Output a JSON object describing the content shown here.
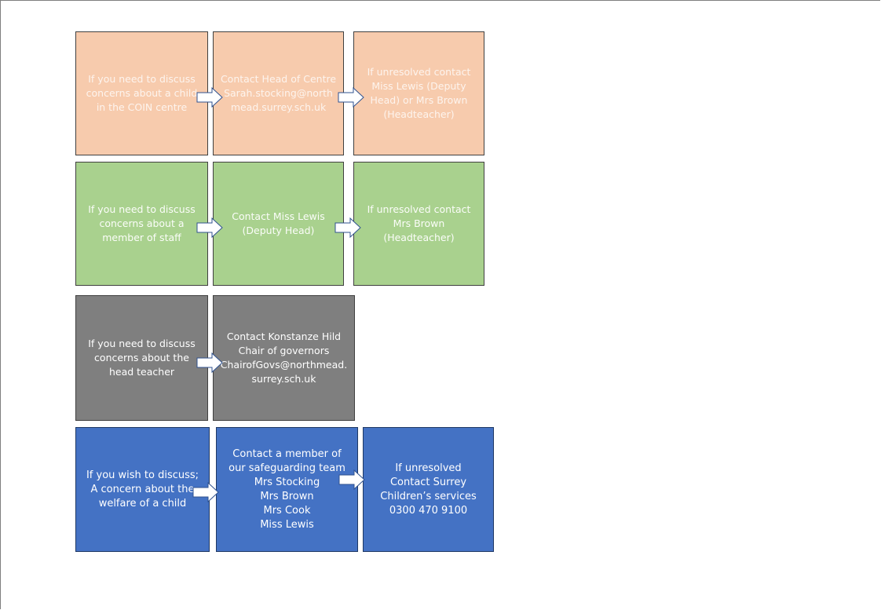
{
  "rows": [
    {
      "color": "#f7cbad",
      "boxes": [
        "If you need to discuss concerns about a child in the COIN centre",
        "Contact Head of Centre\nSarah.stocking@northmead.surrey.sch.uk",
        "If unresolved contact Miss Lewis (Deputy Head) or Mrs Brown (Headteacher)"
      ]
    },
    {
      "color": "#a9d18e",
      "boxes": [
        "If you need to discuss concerns about a member of staff",
        "Contact Miss Lewis\n(Deputy Head)",
        "If unresolved contact\nMrs Brown\n(Headteacher)"
      ]
    },
    {
      "color": "#7f7f7f",
      "boxes": [
        "If you need to discuss concerns about the head teacher",
        "Contact Konstanze Hild\nChair of governors\nChairofGovs@northmead.surrey.sch.uk"
      ]
    },
    {
      "color": "#4472c4",
      "boxes": [
        "If you wish to discuss;\nA concern about the welfare of a child",
        "Contact a member of our safeguarding team\nMrs Stocking\nMrs Brown\nMrs Cook\nMiss Lewis",
        "If unresolved\nContact  Surrey Children’s services\n0300 470 9100"
      ]
    }
  ],
  "icons": {
    "arrow": "right-arrow-icon"
  }
}
